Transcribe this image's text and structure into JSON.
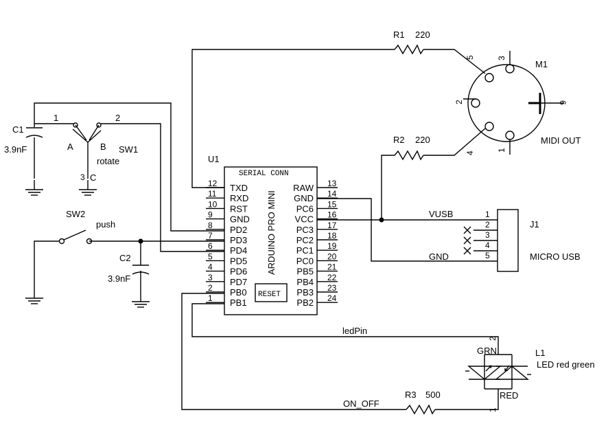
{
  "title": "",
  "components": {
    "c1": {
      "ref": "C1",
      "value": "3.9nF"
    },
    "c2": {
      "ref": "C2",
      "value": "3.9nF"
    },
    "sw1": {
      "ref": "SW1",
      "type": "rotate",
      "pin1": "1",
      "pin2": "2",
      "pinA": "A",
      "pinB": "B",
      "pinC": "C",
      "pin3": "3"
    },
    "sw2": {
      "ref": "SW2",
      "type": "push"
    },
    "r1": {
      "ref": "R1",
      "value": "220"
    },
    "r2": {
      "ref": "R2",
      "value": "220"
    },
    "r3": {
      "ref": "R3",
      "value": "500"
    },
    "m1": {
      "ref": "M1",
      "label": "MIDI OUT",
      "pins": [
        "5",
        "3",
        "2",
        "6",
        "4",
        "1"
      ]
    },
    "j1": {
      "ref": "J1",
      "label": "MICRO USB",
      "pins": [
        "1",
        "2",
        "3",
        "4",
        "5"
      ]
    },
    "l1": {
      "ref": "L1",
      "label": "LED red green",
      "grn": "GRN",
      "red": "RED",
      "pin2": "2",
      "pin1": "1"
    },
    "u1": {
      "ref": "U1",
      "header": "SERIAL CONN",
      "name": "ARDUINO PRO MINI",
      "reset": "RESET",
      "left": [
        {
          "num": "12",
          "name": "TXD"
        },
        {
          "num": "11",
          "name": "RXD"
        },
        {
          "num": "10",
          "name": "RST"
        },
        {
          "num": "9",
          "name": "GND"
        },
        {
          "num": "8",
          "name": "PD2"
        },
        {
          "num": "7",
          "name": "PD3"
        },
        {
          "num": "6",
          "name": "PD4"
        },
        {
          "num": "5",
          "name": "PD5"
        },
        {
          "num": "4",
          "name": "PD6"
        },
        {
          "num": "3",
          "name": "PD7"
        },
        {
          "num": "2",
          "name": "PB0"
        },
        {
          "num": "1",
          "name": "PB1"
        }
      ],
      "right": [
        {
          "num": "13",
          "name": "RAW"
        },
        {
          "num": "14",
          "name": "GND"
        },
        {
          "num": "15",
          "name": "PC6"
        },
        {
          "num": "16",
          "name": "VCC"
        },
        {
          "num": "17",
          "name": "PC3"
        },
        {
          "num": "18",
          "name": "PC2"
        },
        {
          "num": "19",
          "name": "PC1"
        },
        {
          "num": "20",
          "name": "PC0"
        },
        {
          "num": "21",
          "name": "PB5"
        },
        {
          "num": "22",
          "name": "PB4"
        },
        {
          "num": "23",
          "name": "PB3"
        },
        {
          "num": "24",
          "name": "PB2"
        }
      ]
    }
  },
  "nets": {
    "vusb": "VUSB",
    "gnd": "GND",
    "ledpin": "ledPin",
    "on_off": "ON_OFF"
  }
}
